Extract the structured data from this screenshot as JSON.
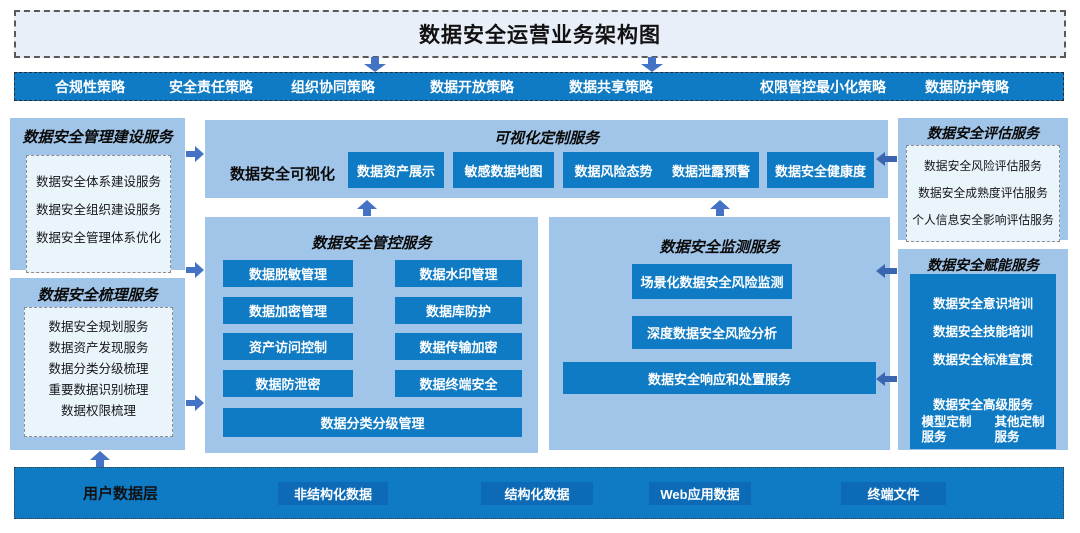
{
  "title": "数据安全运营业务架构图",
  "policies": [
    "合规性策略",
    "安全责任策略",
    "组织协同策略",
    "数据开放策略",
    "数据共享策略",
    "权限管控最小化策略",
    "数据防护策略"
  ],
  "left": {
    "management": {
      "title": "数据安全管理建设服务",
      "items": [
        "数据安全体系建设服务",
        "数据安全组织建设服务",
        "数据安全管理体系优化"
      ]
    },
    "sorting": {
      "title": "数据安全梳理服务",
      "items": [
        "数据安全规划服务",
        "数据资产发现服务",
        "数据分类分级梳理",
        "重要数据识别梳理",
        "数据权限梳理"
      ]
    }
  },
  "center": {
    "visualization": {
      "title": "可视化定制服务",
      "label": "数据安全可视化",
      "items": [
        "数据资产展示",
        "敏感数据地图",
        "数据风险态势",
        "数据泄露预警",
        "数据安全健康度"
      ]
    },
    "control": {
      "title": "数据安全管控服务",
      "left_items": [
        "数据脱敏管理",
        "数据加密管理",
        "资产访问控制",
        "数据防泄密"
      ],
      "right_items": [
        "数据水印管理",
        "数据库防护",
        "数据传输加密",
        "数据终端安全"
      ],
      "bottom_item": "数据分类分级管理"
    },
    "monitoring": {
      "title": "数据安全监测服务",
      "items": [
        "场景化数据安全风险监测",
        "深度数据安全风险分析",
        "数据安全响应和处置服务"
      ]
    }
  },
  "right": {
    "assessment": {
      "title": "数据安全评估服务",
      "items": [
        "数据安全风险评估服务",
        "数据安全成熟度评估服务",
        "个人信息安全影响评估服务"
      ]
    },
    "enablement": {
      "title": "数据安全赋能服务",
      "training_items": [
        "数据安全意识培训",
        "数据安全技能培训",
        "数据安全标准宣贯"
      ],
      "advanced_title": "数据安全高级服务",
      "advanced_items": [
        "模型定制服务",
        "其他定制服务"
      ]
    }
  },
  "bottom": {
    "label": "用户数据层",
    "items": [
      "非结构化数据",
      "结构化数据",
      "Web应用数据",
      "终端文件"
    ]
  },
  "colors": {
    "primary": "#0f7bc4",
    "light": "#a1c5e8",
    "pale": "#e9eff8",
    "inner": "#eaf5fb",
    "chip": "#0c6ab6",
    "arrow": "#4472c4",
    "arrow2": "#3a66b0"
  }
}
